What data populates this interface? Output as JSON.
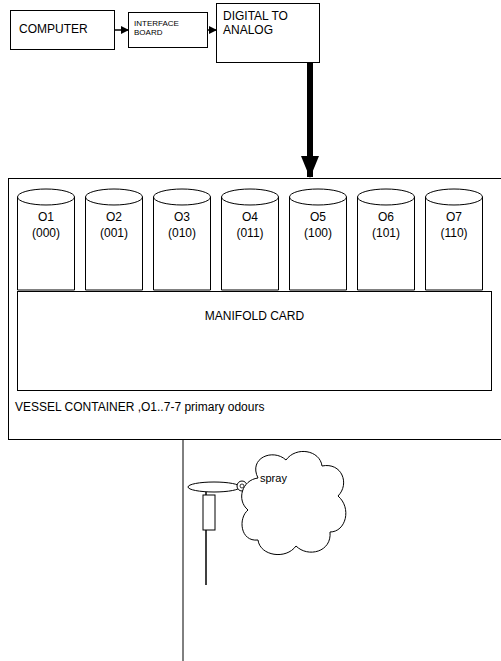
{
  "diagram": {
    "nodes": [
      {
        "text": [
          "COMPUTER"
        ]
      },
      {
        "text": [
          "INTERFACE BOARD"
        ]
      },
      {
        "text": [
          "DIGITAL TO ANALOG"
        ]
      },
      {
        "text": [
          "VESSEL CONTAINER ,O1..7-7 primary odours"
        ]
      },
      {
        "text": [
          "O1",
          "(000)"
        ],
        "in": 3
      },
      {
        "text": [
          "O2",
          "(001)"
        ],
        "in": 3
      },
      {
        "text": [
          "O3",
          "(010)"
        ],
        "in": 3
      },
      {
        "text": [
          "O4",
          "(011)"
        ],
        "in": 3
      },
      {
        "text": [
          "O5",
          "(100)"
        ],
        "in": 3
      },
      {
        "text": [
          "O6",
          "(101)"
        ],
        "in": 3
      },
      {
        "text": [
          "O7",
          "(110)"
        ],
        "in": 3
      },
      {
        "text": [
          "MANIFOLD CARD"
        ],
        "in": 3
      },
      {
        "text": [
          "spray"
        ]
      }
    ],
    "edges": [
      {
        "from": 0,
        "to": 1,
        "arrow": "to"
      },
      {
        "from": 1,
        "to": 2,
        "arrow": "to"
      },
      {
        "from": 2,
        "to": 3,
        "arrow": "to"
      }
    ]
  }
}
